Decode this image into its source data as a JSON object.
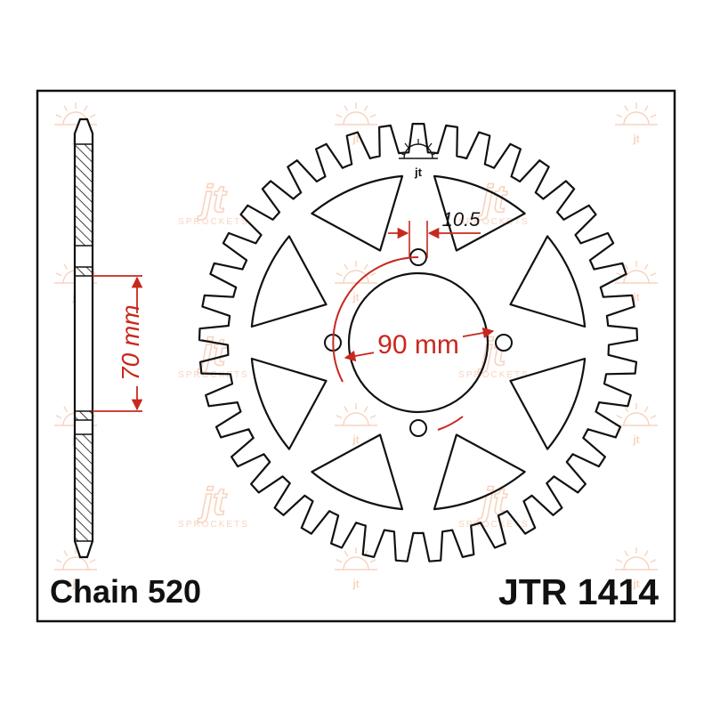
{
  "labels": {
    "chain": "Chain 520",
    "part_number": "JTR 1414"
  },
  "dimensions": {
    "width_70": "70 mm",
    "bolt_circle": "90 mm",
    "hole_size": "10.5"
  },
  "watermark": {
    "brand": "jt",
    "sub": "SPROCKETS",
    "logo_text": "jt"
  },
  "sprocket": {
    "teeth": 41,
    "cutouts": 8,
    "bolt_holes": 4
  },
  "colors": {
    "outline": "#111111",
    "dimension": "#c8281e",
    "watermark": "#f2b08a"
  }
}
